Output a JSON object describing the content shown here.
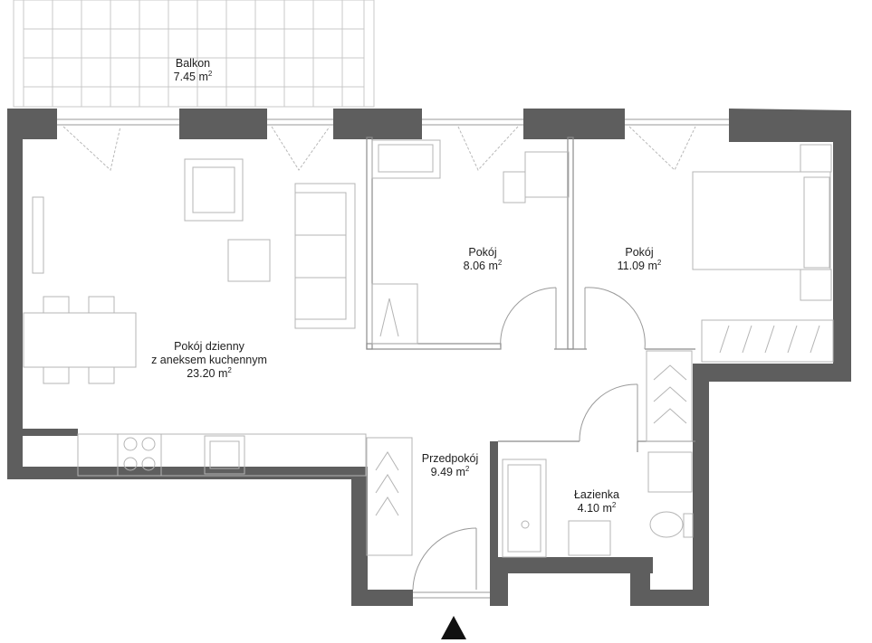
{
  "rooms": {
    "balcony": {
      "name": "Balkon",
      "area": "7.45 m",
      "unit_exp": "2"
    },
    "room_a": {
      "name": "Pokój",
      "area": "8.06 m",
      "unit_exp": "2"
    },
    "room_b": {
      "name": "Pokój",
      "area": "11.09 m",
      "unit_exp": "2"
    },
    "living": {
      "name_line1": "Pokój dzienny",
      "name_line2": "z aneksem kuchennym",
      "area": "23.20 m",
      "unit_exp": "2"
    },
    "hall": {
      "name": "Przedpokój",
      "area": "9.49 m",
      "unit_exp": "2"
    },
    "bathroom": {
      "name": "Łazienka",
      "area": "4.10 m",
      "unit_exp": "2"
    }
  },
  "colors": {
    "wall": "#5e5e5e",
    "line": "#9a9a9a",
    "furniture": "#b4b4b4",
    "text": "#1e1e1e"
  },
  "icons": {
    "entrance": "entrance-arrow-icon"
  }
}
